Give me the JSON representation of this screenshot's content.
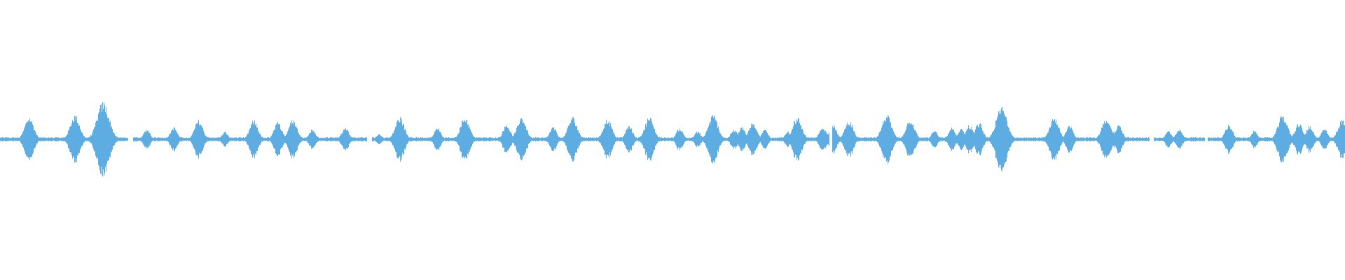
{
  "waveform": {
    "color": "#5DADE2",
    "background": "#ffffff",
    "baseline_amplitude": 0.03,
    "gaps": [
      [
        0.095,
        0.0985
      ],
      [
        0.2725,
        0.2765
      ],
      [
        0.6165,
        0.6185
      ],
      [
        0.8545,
        0.8575
      ],
      [
        0.8955,
        0.8975
      ]
    ],
    "bursts": [
      [
        0.0215,
        0.33
      ],
      [
        0.0555,
        0.36
      ],
      [
        0.0765,
        0.55
      ],
      [
        0.109,
        0.15
      ],
      [
        0.129,
        0.18
      ],
      [
        0.1475,
        0.28
      ],
      [
        0.167,
        0.11
      ],
      [
        0.1885,
        0.28
      ],
      [
        0.2065,
        0.25
      ],
      [
        0.2175,
        0.29
      ],
      [
        0.232,
        0.15
      ],
      [
        0.2565,
        0.18
      ],
      [
        0.2815,
        0.08
      ],
      [
        0.297,
        0.33
      ],
      [
        0.325,
        0.17
      ],
      [
        0.3455,
        0.33
      ],
      [
        0.3765,
        0.22
      ],
      [
        0.3875,
        0.33
      ],
      [
        0.411,
        0.18
      ],
      [
        0.4255,
        0.33
      ],
      [
        0.4515,
        0.3
      ],
      [
        0.4675,
        0.2
      ],
      [
        0.4825,
        0.33
      ],
      [
        0.505,
        0.17
      ],
      [
        0.5185,
        0.12
      ],
      [
        0.53,
        0.36
      ],
      [
        0.5455,
        0.15
      ],
      [
        0.5515,
        0.18
      ],
      [
        0.5595,
        0.25
      ],
      [
        0.5685,
        0.14
      ],
      [
        0.5855,
        0.11
      ],
      [
        0.5925,
        0.33
      ],
      [
        0.6115,
        0.18
      ],
      [
        0.619,
        0.22
      ],
      [
        0.631,
        0.28
      ],
      [
        0.659,
        0.36
      ],
      [
        0.6765,
        0.3
      ],
      [
        0.6945,
        0.13
      ],
      [
        0.7075,
        0.17
      ],
      [
        0.7145,
        0.15
      ],
      [
        0.7205,
        0.21
      ],
      [
        0.7275,
        0.25
      ],
      [
        0.7445,
        0.48
      ],
      [
        0.7835,
        0.33
      ],
      [
        0.795,
        0.2
      ],
      [
        0.8225,
        0.33
      ],
      [
        0.8315,
        0.21
      ],
      [
        0.8685,
        0.12
      ],
      [
        0.8765,
        0.15
      ],
      [
        0.9135,
        0.22
      ],
      [
        0.9325,
        0.13
      ],
      [
        0.9535,
        0.36
      ],
      [
        0.9655,
        0.24
      ],
      [
        0.9735,
        0.2
      ],
      [
        0.9845,
        0.15
      ],
      [
        0.9975,
        0.28
      ]
    ]
  }
}
